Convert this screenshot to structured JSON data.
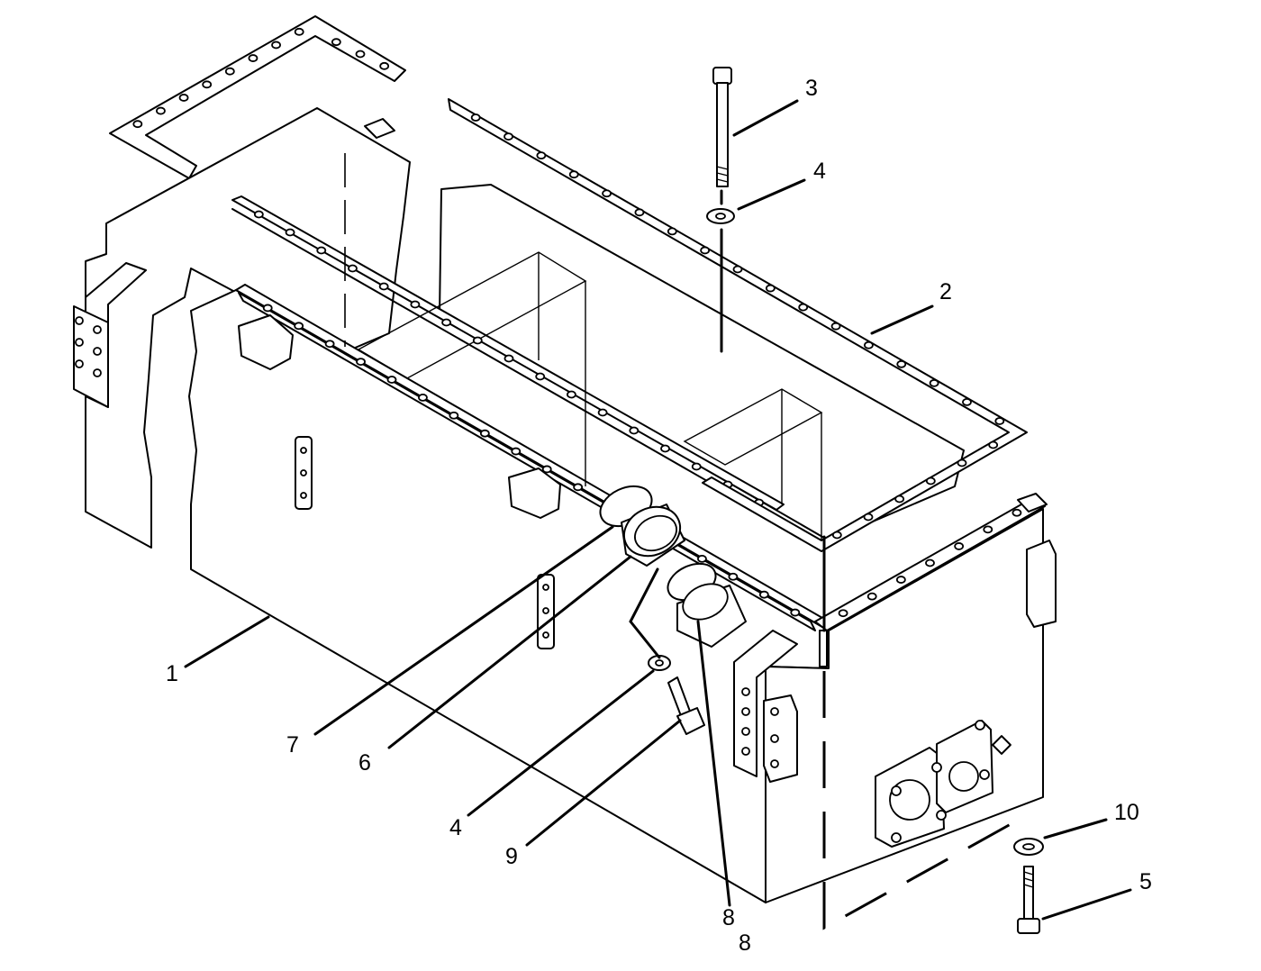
{
  "callouts": {
    "c1": "1",
    "c2": "2",
    "c3": "3",
    "c4a": "4",
    "c4b": "4",
    "c5": "5",
    "c6": "6",
    "c7": "7",
    "c8a": "8",
    "c8b": "8",
    "c9": "9",
    "c10": "10"
  }
}
